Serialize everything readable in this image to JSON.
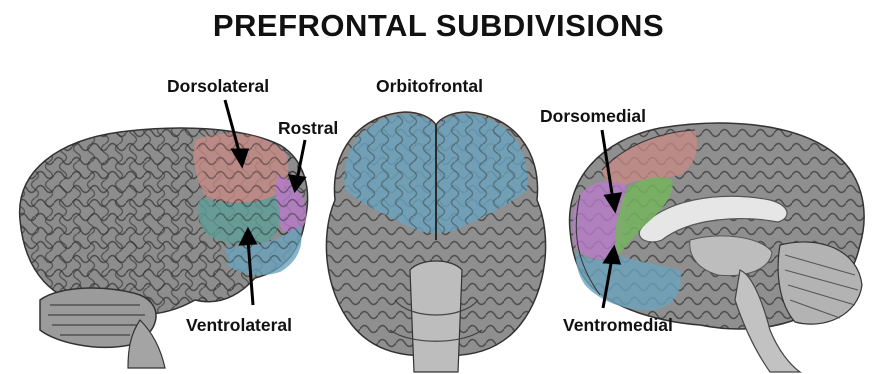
{
  "title": "PREFRONTAL SUBDIVISIONS",
  "labels": {
    "dorsolateral": "Dorsolateral",
    "rostral": "Rostral",
    "ventrolateral": "Ventrolateral",
    "orbitofrontal": "Orbitofrontal",
    "dorsomedial": "Dorsomedial",
    "ventromedial": "Ventromedial"
  },
  "colors": {
    "dorsolateral": "#c98a86",
    "rostral": "#b77bc9",
    "ventrolateral": "#5f9f98",
    "orbitofrontal": "#6aa2bd",
    "dorsomedial": "#76b45e",
    "ventromedial": "#6aa2bd",
    "brain_tissue": "#8a8a8a"
  }
}
